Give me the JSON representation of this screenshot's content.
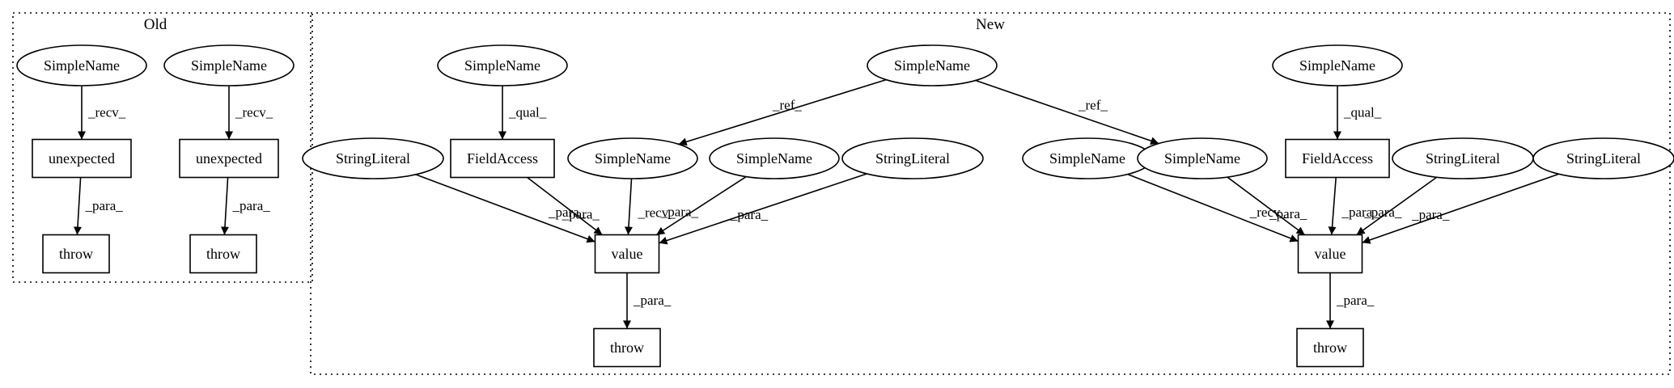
{
  "clusters": [
    {
      "id": "old",
      "label": "Old"
    },
    {
      "id": "new",
      "label": "New"
    }
  ],
  "nodes": [
    {
      "id": "o_sn1",
      "label": "SimpleName",
      "shape": "ellipse"
    },
    {
      "id": "o_sn2",
      "label": "SimpleName",
      "shape": "ellipse"
    },
    {
      "id": "o_un1",
      "label": "unexpected",
      "shape": "box"
    },
    {
      "id": "o_un2",
      "label": "unexpected",
      "shape": "box"
    },
    {
      "id": "o_th1",
      "label": "throw",
      "shape": "box"
    },
    {
      "id": "o_th2",
      "label": "throw",
      "shape": "box"
    },
    {
      "id": "n_sn_top",
      "label": "SimpleName",
      "shape": "ellipse"
    },
    {
      "id": "n_sn_ql",
      "label": "SimpleName",
      "shape": "ellipse"
    },
    {
      "id": "n_sn_qr",
      "label": "SimpleName",
      "shape": "ellipse"
    },
    {
      "id": "n_fa_l",
      "label": "FieldAccess",
      "shape": "box"
    },
    {
      "id": "n_fa_r",
      "label": "FieldAccess",
      "shape": "box"
    },
    {
      "id": "n_str1",
      "label": "StringLiteral",
      "shape": "ellipse"
    },
    {
      "id": "n_sn_rl",
      "label": "SimpleName",
      "shape": "ellipse"
    },
    {
      "id": "n_sn_pl",
      "label": "SimpleName",
      "shape": "ellipse"
    },
    {
      "id": "n_str2",
      "label": "StringLiteral",
      "shape": "ellipse"
    },
    {
      "id": "n_sn_pr",
      "label": "SimpleName",
      "shape": "ellipse"
    },
    {
      "id": "n_sn_rr",
      "label": "SimpleName",
      "shape": "ellipse"
    },
    {
      "id": "n_str3",
      "label": "StringLiteral",
      "shape": "ellipse"
    },
    {
      "id": "n_str4",
      "label": "StringLiteral",
      "shape": "ellipse"
    },
    {
      "id": "n_val_l",
      "label": "value",
      "shape": "box"
    },
    {
      "id": "n_val_r",
      "label": "value",
      "shape": "box"
    },
    {
      "id": "n_th_l",
      "label": "throw",
      "shape": "box"
    },
    {
      "id": "n_th_r",
      "label": "throw",
      "shape": "box"
    }
  ],
  "edges": [
    {
      "from": "o_sn1",
      "to": "o_un1",
      "label": "_recv_"
    },
    {
      "from": "o_sn2",
      "to": "o_un2",
      "label": "_recv_"
    },
    {
      "from": "o_un1",
      "to": "o_th1",
      "label": "_para_"
    },
    {
      "from": "o_un2",
      "to": "o_th2",
      "label": "_para_"
    },
    {
      "from": "n_sn_ql",
      "to": "n_fa_l",
      "label": "_qual_"
    },
    {
      "from": "n_sn_qr",
      "to": "n_fa_r",
      "label": "_qual_"
    },
    {
      "from": "n_sn_top",
      "to": "n_sn_rl",
      "label": "_ref_"
    },
    {
      "from": "n_sn_top",
      "to": "n_sn_rr",
      "label": "_ref_"
    },
    {
      "from": "n_str1",
      "to": "n_val_l",
      "label": "_para_"
    },
    {
      "from": "n_fa_l",
      "to": "n_val_l",
      "label": "_para_"
    },
    {
      "from": "n_sn_rl",
      "to": "n_val_l",
      "label": "_recv_"
    },
    {
      "from": "n_sn_pl",
      "to": "n_val_l",
      "label": "_para_"
    },
    {
      "from": "n_str2",
      "to": "n_val_l",
      "label": "_para_"
    },
    {
      "from": "n_sn_pr",
      "to": "n_val_r",
      "label": "_para_"
    },
    {
      "from": "n_sn_rr",
      "to": "n_val_r",
      "label": "_recv_"
    },
    {
      "from": "n_fa_r",
      "to": "n_val_r",
      "label": "_para_"
    },
    {
      "from": "n_str3",
      "to": "n_val_r",
      "label": "_para_"
    },
    {
      "from": "n_str4",
      "to": "n_val_r",
      "label": "_para_"
    },
    {
      "from": "n_val_l",
      "to": "n_th_l",
      "label": "_para_"
    },
    {
      "from": "n_val_r",
      "to": "n_th_r",
      "label": "_para_"
    }
  ]
}
